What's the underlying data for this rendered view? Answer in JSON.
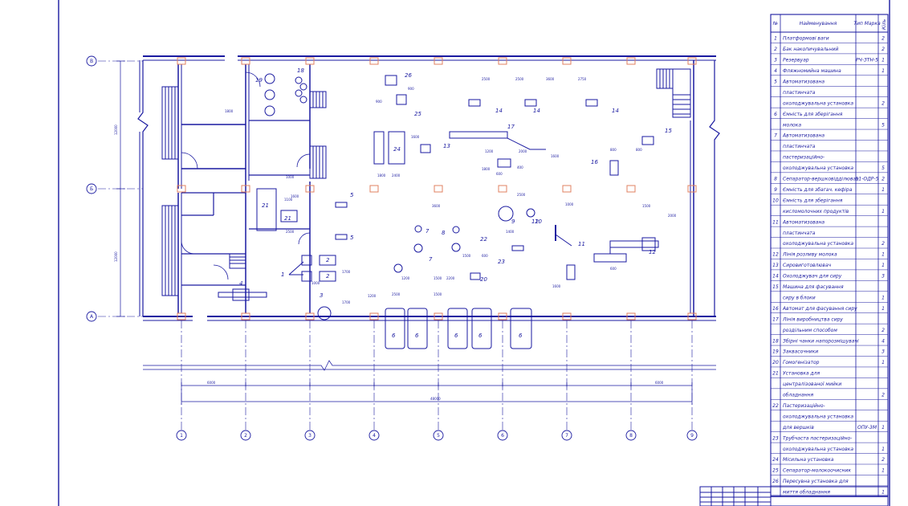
{
  "table": {
    "headers": {
      "num": "№",
      "name": "Найменування",
      "type": "Тип Марка",
      "qty": "Кіль"
    },
    "rows": [
      {
        "num": "1",
        "name": "Платформові ваги",
        "type": "",
        "qty": "2"
      },
      {
        "num": "2",
        "name": "Бак накопичувальний",
        "type": "",
        "qty": "2"
      },
      {
        "num": "3",
        "name": "Резервуар",
        "type": "РЧ-ЗТН-5",
        "qty": "1"
      },
      {
        "num": "4",
        "name": "Фляжномийна машина",
        "type": "",
        "qty": "1"
      },
      {
        "num": "5",
        "name": "Автоматизована",
        "type": "",
        "qty": ""
      },
      {
        "num": "",
        "name": "пластинчата",
        "type": "",
        "qty": ""
      },
      {
        "num": "",
        "name": "охолоджувальна установка",
        "type": "",
        "qty": "2"
      },
      {
        "num": "6",
        "name": "Ємність для зберігання",
        "type": "",
        "qty": ""
      },
      {
        "num": "",
        "name": "молока",
        "type": "",
        "qty": "5"
      },
      {
        "num": "7",
        "name": "Автоматизована",
        "type": "",
        "qty": ""
      },
      {
        "num": "",
        "name": "пластинчата",
        "type": "",
        "qty": ""
      },
      {
        "num": "",
        "name": "пастеризаційно-",
        "type": "",
        "qty": ""
      },
      {
        "num": "",
        "name": "охолоджувальна установка",
        "type": "",
        "qty": "5"
      },
      {
        "num": "8",
        "name": "Сепаратор-вершковідділювач",
        "type": "11-ОДР-5",
        "qty": "2"
      },
      {
        "num": "9",
        "name": "Ємність для збагач. кефіра",
        "type": "",
        "qty": "1"
      },
      {
        "num": "10",
        "name": "Ємність для зберігання",
        "type": "",
        "qty": ""
      },
      {
        "num": "",
        "name": "кисломолочних продуктів",
        "type": "",
        "qty": "1"
      },
      {
        "num": "11",
        "name": "Автоматизована",
        "type": "",
        "qty": ""
      },
      {
        "num": "",
        "name": "пластинчата",
        "type": "",
        "qty": ""
      },
      {
        "num": "",
        "name": "охолоджувальна установка",
        "type": "",
        "qty": "2"
      },
      {
        "num": "12",
        "name": "Лінія розливу молока",
        "type": "",
        "qty": "1"
      },
      {
        "num": "13",
        "name": "Сировиготовлювач",
        "type": "",
        "qty": "1"
      },
      {
        "num": "14",
        "name": "Охолоджувач для сиру",
        "type": "",
        "qty": "3"
      },
      {
        "num": "15",
        "name": "Машина для фасування",
        "type": "",
        "qty": ""
      },
      {
        "num": "",
        "name": "сиру в блоки",
        "type": "",
        "qty": "1"
      },
      {
        "num": "16",
        "name": "Автомат для фасування сиру",
        "type": "",
        "qty": "1"
      },
      {
        "num": "17",
        "name": "Лінія виробництва сиру",
        "type": "",
        "qty": ""
      },
      {
        "num": "",
        "name": "роздільним способом",
        "type": "",
        "qty": "2"
      },
      {
        "num": "18",
        "name": "Збірні чанки напорозмішувачі",
        "type": "",
        "qty": "4"
      },
      {
        "num": "19",
        "name": "Заквасочники",
        "type": "",
        "qty": "3"
      },
      {
        "num": "20",
        "name": "Гомогенізатор",
        "type": "",
        "qty": "1"
      },
      {
        "num": "21",
        "name": "Установка для",
        "type": "",
        "qty": ""
      },
      {
        "num": "",
        "name": "централізованої мийки",
        "type": "",
        "qty": ""
      },
      {
        "num": "",
        "name": "обладнання",
        "type": "",
        "qty": "2"
      },
      {
        "num": "22",
        "name": "Пастеризаційно-",
        "type": "",
        "qty": ""
      },
      {
        "num": "",
        "name": "охолоджувальна установка",
        "type": "",
        "qty": ""
      },
      {
        "num": "",
        "name": "для вершків",
        "type": "ОПУ-3М",
        "qty": "1"
      },
      {
        "num": "23",
        "name": "Трубчаста пастеризаційно-",
        "type": "",
        "qty": ""
      },
      {
        "num": "",
        "name": "охолоджувальна установка",
        "type": "",
        "qty": "1"
      },
      {
        "num": "24",
        "name": "Місильна установка",
        "type": "",
        "qty": "2"
      },
      {
        "num": "25",
        "name": "Сепаратор-молокоочисник",
        "type": "",
        "qty": "1"
      },
      {
        "num": "26",
        "name": "Пересувна установка для",
        "type": "",
        "qty": ""
      },
      {
        "num": "",
        "name": "миття обладнання",
        "type": "",
        "qty": "1"
      }
    ]
  },
  "axes": {
    "rows": [
      "В",
      "Б",
      "А"
    ],
    "cols": [
      "1",
      "2",
      "3",
      "4",
      "5",
      "6",
      "7",
      "8",
      "9"
    ]
  },
  "dimensions": {
    "vert_upper": "12000",
    "vert_lower": "12000",
    "bottom_left": "6000",
    "bottom_right": "6000",
    "bottom_total": "48000"
  },
  "equipment_labels": [
    {
      "text": "1"
    },
    {
      "text": "2"
    },
    {
      "text": "2"
    },
    {
      "text": "3"
    },
    {
      "text": "4"
    },
    {
      "text": "5"
    },
    {
      "text": "5"
    },
    {
      "text": "6"
    },
    {
      "text": "6"
    },
    {
      "text": "6"
    },
    {
      "text": "6"
    },
    {
      "text": "6"
    },
    {
      "text": "7"
    },
    {
      "text": "7"
    },
    {
      "text": "8"
    },
    {
      "text": "9"
    },
    {
      "text": "10"
    },
    {
      "text": "11"
    },
    {
      "text": "12"
    },
    {
      "text": "12"
    },
    {
      "text": "13"
    },
    {
      "text": "14"
    },
    {
      "text": "14"
    },
    {
      "text": "14"
    },
    {
      "text": "15"
    },
    {
      "text": "16"
    },
    {
      "text": "17"
    },
    {
      "text": "18"
    },
    {
      "text": "19"
    },
    {
      "text": "20"
    },
    {
      "text": "21"
    },
    {
      "text": "21"
    },
    {
      "text": "22"
    },
    {
      "text": "23"
    },
    {
      "text": "24"
    },
    {
      "text": "25"
    },
    {
      "text": "26"
    }
  ],
  "inner_dims": [
    "1800",
    "2500",
    "2500",
    "3600",
    "2750",
    "1800",
    "2400",
    "1600",
    "900",
    "900",
    "1200",
    "2000",
    "1000",
    "1600",
    "1100",
    "2500",
    "3600",
    "1400",
    "800",
    "800",
    "2500",
    "1700",
    "1700",
    "1200",
    "2500",
    "1500",
    "2200",
    "1200",
    "1500",
    "600",
    "1600",
    "1500",
    "2000",
    "1000",
    "1600",
    "1800",
    "600",
    "600",
    "400",
    "1500",
    "1000"
  ],
  "colors": {
    "ink": "#1a1aa0",
    "column": "#e08060",
    "paper": "#ffffff"
  }
}
